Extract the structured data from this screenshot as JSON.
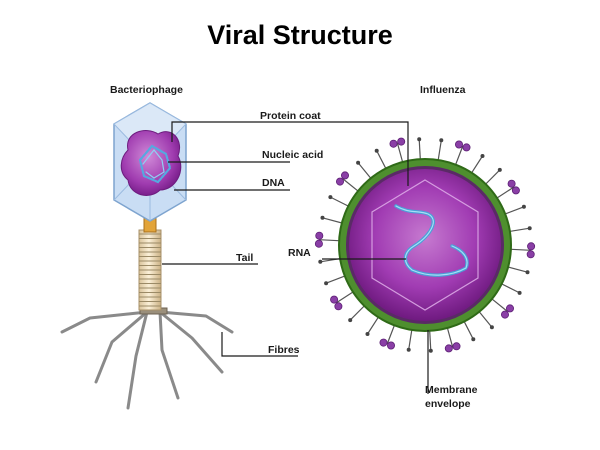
{
  "title": "Viral Structure",
  "labels": {
    "bacteriophage": "Bacteriophage",
    "influenza": "Influenza",
    "protein_coat": "Protein coat",
    "nucleic_acid": "Nucleic acid",
    "dna": "DNA",
    "tail": "Tail",
    "rna": "RNA",
    "fibres": "Fibres",
    "membrane_line1": "Membrane",
    "membrane_line2": "envelope"
  },
  "colors": {
    "capsid_outer": "#a8c8ec",
    "capsid_inner": "#c9ddf4",
    "nucleic_core": "#a03cb0",
    "dna_strand": "#4aa0d8",
    "tail_sheath": "#f3e2c3",
    "tail_ring": "#9b8a66",
    "collar": "#e2a43a",
    "fibre": "#8a8a8a",
    "envelope_green": "#4e8f2e",
    "virus_purple": "#8e2c9e",
    "spike_head": "#8a3fa6",
    "leader_line": "#1a1a1a"
  }
}
